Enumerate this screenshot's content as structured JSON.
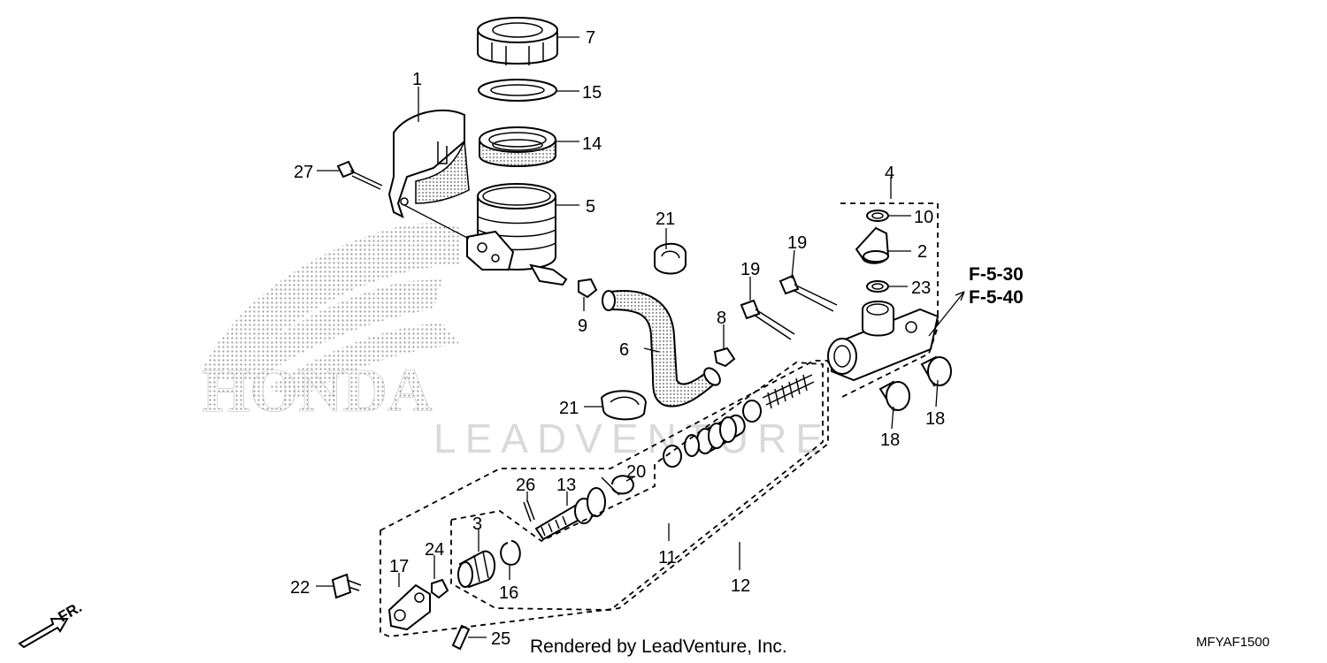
{
  "callouts": [
    {
      "id": "1",
      "label": "1"
    },
    {
      "id": "2",
      "label": "2"
    },
    {
      "id": "3",
      "label": "3"
    },
    {
      "id": "4",
      "label": "4"
    },
    {
      "id": "5",
      "label": "5"
    },
    {
      "id": "6",
      "label": "6"
    },
    {
      "id": "7",
      "label": "7"
    },
    {
      "id": "8",
      "label": "8"
    },
    {
      "id": "9",
      "label": "9"
    },
    {
      "id": "10",
      "label": "10"
    },
    {
      "id": "11",
      "label": "11"
    },
    {
      "id": "12",
      "label": "12"
    },
    {
      "id": "13",
      "label": "13"
    },
    {
      "id": "14",
      "label": "14"
    },
    {
      "id": "15",
      "label": "15"
    },
    {
      "id": "16",
      "label": "16"
    },
    {
      "id": "17",
      "label": "17"
    },
    {
      "id": "18a",
      "label": "18"
    },
    {
      "id": "18b",
      "label": "18"
    },
    {
      "id": "19a",
      "label": "19"
    },
    {
      "id": "19b",
      "label": "19"
    },
    {
      "id": "20",
      "label": "20"
    },
    {
      "id": "21a",
      "label": "21"
    },
    {
      "id": "21b",
      "label": "21"
    },
    {
      "id": "22",
      "label": "22"
    },
    {
      "id": "23",
      "label": "23"
    },
    {
      "id": "24",
      "label": "24"
    },
    {
      "id": "25",
      "label": "25"
    },
    {
      "id": "26",
      "label": "26"
    },
    {
      "id": "27",
      "label": "27"
    }
  ],
  "references": {
    "ref1": "F-5-30",
    "ref2": "F-5-40"
  },
  "watermarks": {
    "brand": "HONDA",
    "lead": "LEADVENTURE"
  },
  "direction_label": "FR.",
  "footer": {
    "rendered_by": "Rendered by LeadVenture, Inc.",
    "diagram_code": "MFYAF1500"
  },
  "colors": {
    "line": "#000000",
    "watermark": "#d9d9d9",
    "background": "#ffffff"
  }
}
